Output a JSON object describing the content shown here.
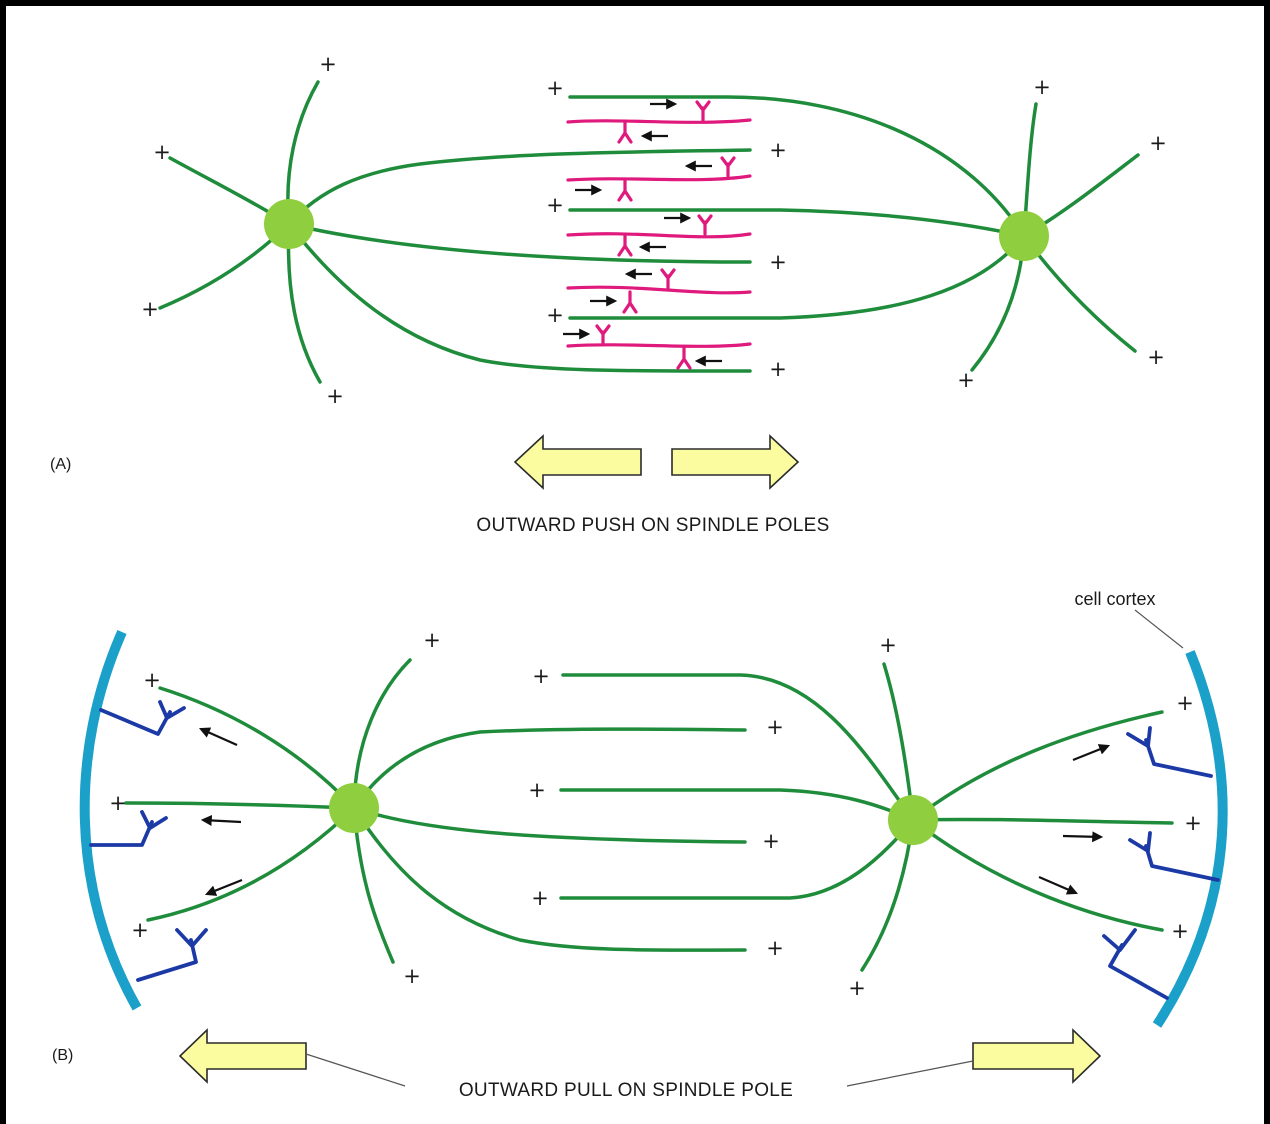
{
  "colors": {
    "microtubule": "#1f8c3c",
    "spindle_pole": "#8fcf3f",
    "sliding_motor": "#e0197d",
    "cortical_motor": "#1c3aa6",
    "cell_cortex": "#1ba0c9",
    "force_arrow_fill": "#fbfca0",
    "force_arrow_stroke": "#2b2b2b"
  },
  "plus_end_label": "+",
  "panel_a": {
    "label": "(A)",
    "caption": "OUTWARD PUSH ON SPINDLE POLES"
  },
  "panel_b": {
    "label": "(B)",
    "caption": "OUTWARD PULL ON SPINDLE POLE",
    "cortex_label": "cell cortex"
  },
  "icons": {
    "pole": "spindle-pole-icon",
    "motor": "motor-protein-icon",
    "direction_arrow": "arrow-icon",
    "force_arrow": "block-arrow-icon"
  }
}
